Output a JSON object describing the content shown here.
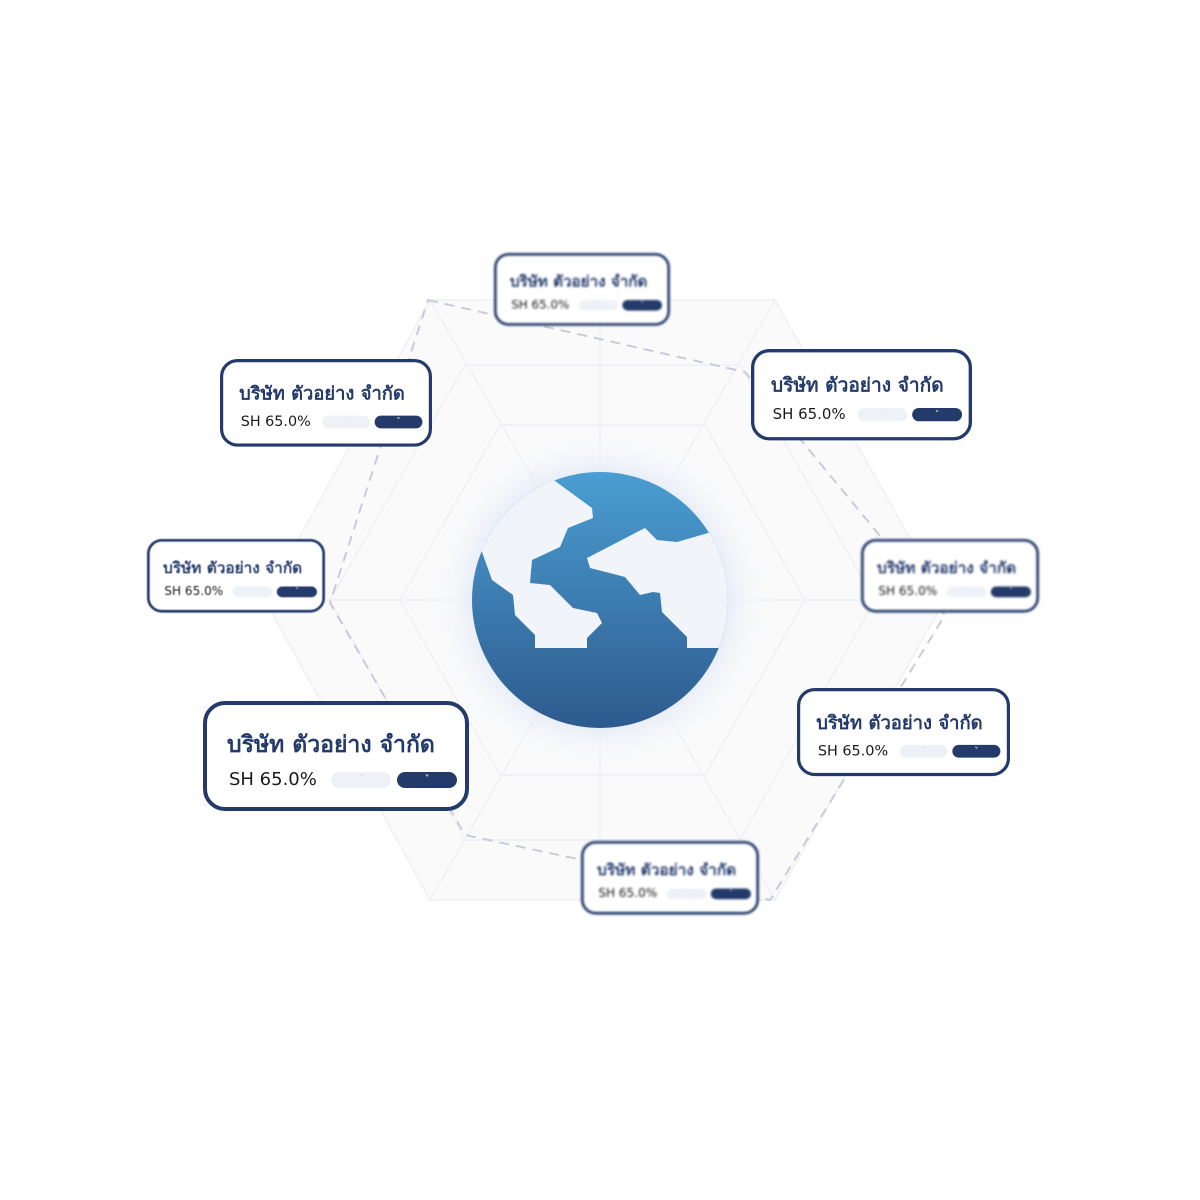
{
  "cards": [
    {
      "id": "top",
      "title": "บริษัท ตัวอย่าง จำกัด",
      "value": "SH 65.0%",
      "up_icon": "chevron-up-icon",
      "down_icon": "chevron-down-icon"
    },
    {
      "id": "upper-left",
      "title": "บริษัท ตัวอย่าง จำกัด",
      "value": "SH 65.0%",
      "up_icon": "chevron-up-icon",
      "down_icon": "chevron-down-icon"
    },
    {
      "id": "upper-right",
      "title": "บริษัท ตัวอย่าง จำกัด",
      "value": "SH 65.0%",
      "up_icon": "chevron-up-icon",
      "down_icon": "chevron-down-icon"
    },
    {
      "id": "left",
      "title": "บริษัท ตัวอย่าง จำกัด",
      "value": "SH 65.0%",
      "up_icon": "chevron-up-icon",
      "down_icon": "chevron-down-icon"
    },
    {
      "id": "right",
      "title": "บริษัท ตัวอย่าง จำกัด",
      "value": "SH 65.0%",
      "up_icon": "chevron-up-icon",
      "down_icon": "chevron-down-icon"
    },
    {
      "id": "lower-right",
      "title": "บริษัท ตัวอย่าง จำกัด",
      "value": "SH 65.0%",
      "up_icon": "chevron-up-icon",
      "down_icon": "chevron-down-icon"
    },
    {
      "id": "lower-left",
      "title": "บริษัท ตัวอย่าง จำกัด",
      "value": "SH 65.0%",
      "up_icon": "chevron-up-icon",
      "down_icon": "chevron-down-icon"
    },
    {
      "id": "bottom",
      "title": "บริษัท ตัวอย่าง จำกัด",
      "value": "SH 65.0%",
      "up_icon": "chevron-up-icon",
      "down_icon": "chevron-down-icon"
    }
  ],
  "chevron_up": "˄",
  "chevron_down": "˅",
  "colors": {
    "navy": "#233a6a",
    "globe_top": "#4a9ed2",
    "globe_bottom": "#2e5a8e",
    "land": "#f1f4f9"
  }
}
